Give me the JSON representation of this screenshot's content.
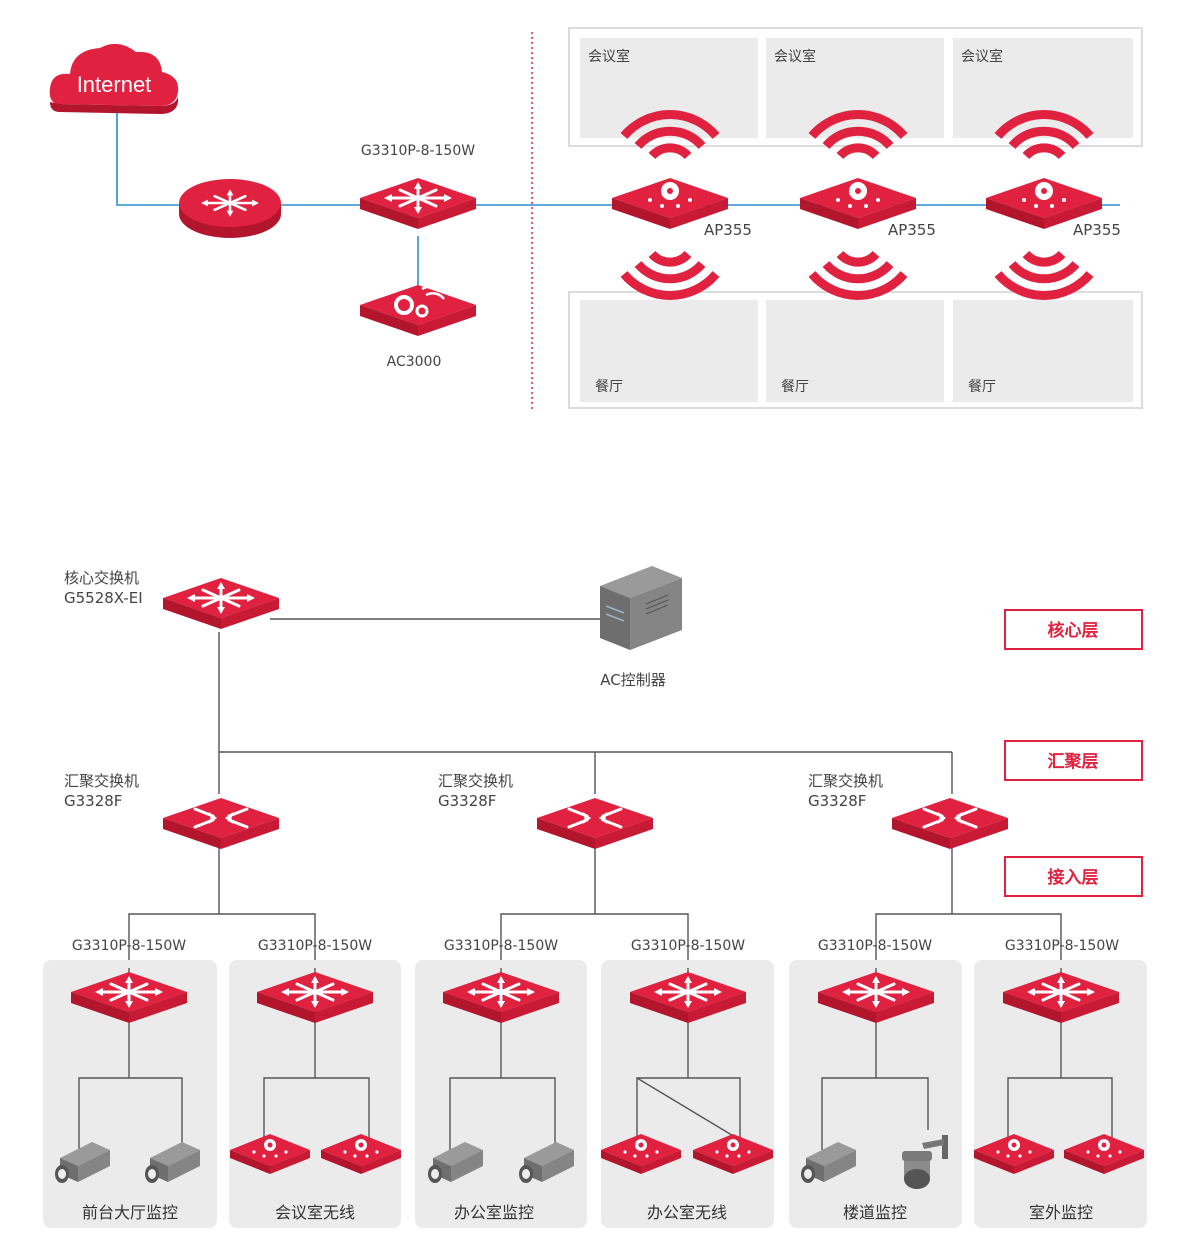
{
  "diagram1": {
    "internet_label": "Internet",
    "switch_label": "G3310P-8-150W",
    "ac_label": "AC3000",
    "ap_label": "AP355",
    "top_rooms": [
      "会议室",
      "会议室",
      "会议室"
    ],
    "bottom_rooms": [
      "餐厅",
      "餐厅",
      "餐厅"
    ]
  },
  "diagram2": {
    "core": {
      "title": "核心交换机",
      "model": "G5528X-EI"
    },
    "controller_label": "AC控制器",
    "layers": [
      "核心层",
      "汇聚层",
      "接入层"
    ],
    "aggregation": [
      {
        "title": "汇聚交换机",
        "model": "G3328F"
      },
      {
        "title": "汇聚交换机",
        "model": "G3328F"
      },
      {
        "title": "汇聚交换机",
        "model": "G3328F"
      }
    ],
    "access_model": "G3310P-8-150W",
    "access_groups": [
      {
        "label": "前台大厅监控",
        "devices": [
          "camera",
          "camera"
        ]
      },
      {
        "label": "会议室无线",
        "devices": [
          "ap",
          "ap"
        ]
      },
      {
        "label": "办公室监控",
        "devices": [
          "camera",
          "camera"
        ]
      },
      {
        "label": "办公室无线",
        "devices": [
          "ap",
          "ap"
        ]
      },
      {
        "label": "楼道监控",
        "devices": [
          "camera",
          "dome-camera"
        ]
      },
      {
        "label": "室外监控",
        "devices": [
          "ap",
          "ap"
        ]
      }
    ]
  },
  "colors": {
    "brand_red": "#e0213f",
    "dark_red": "#a8132a",
    "line_blue": "#2a8fd0",
    "line_gray": "#555555",
    "panel_gray": "#ebebeb"
  }
}
